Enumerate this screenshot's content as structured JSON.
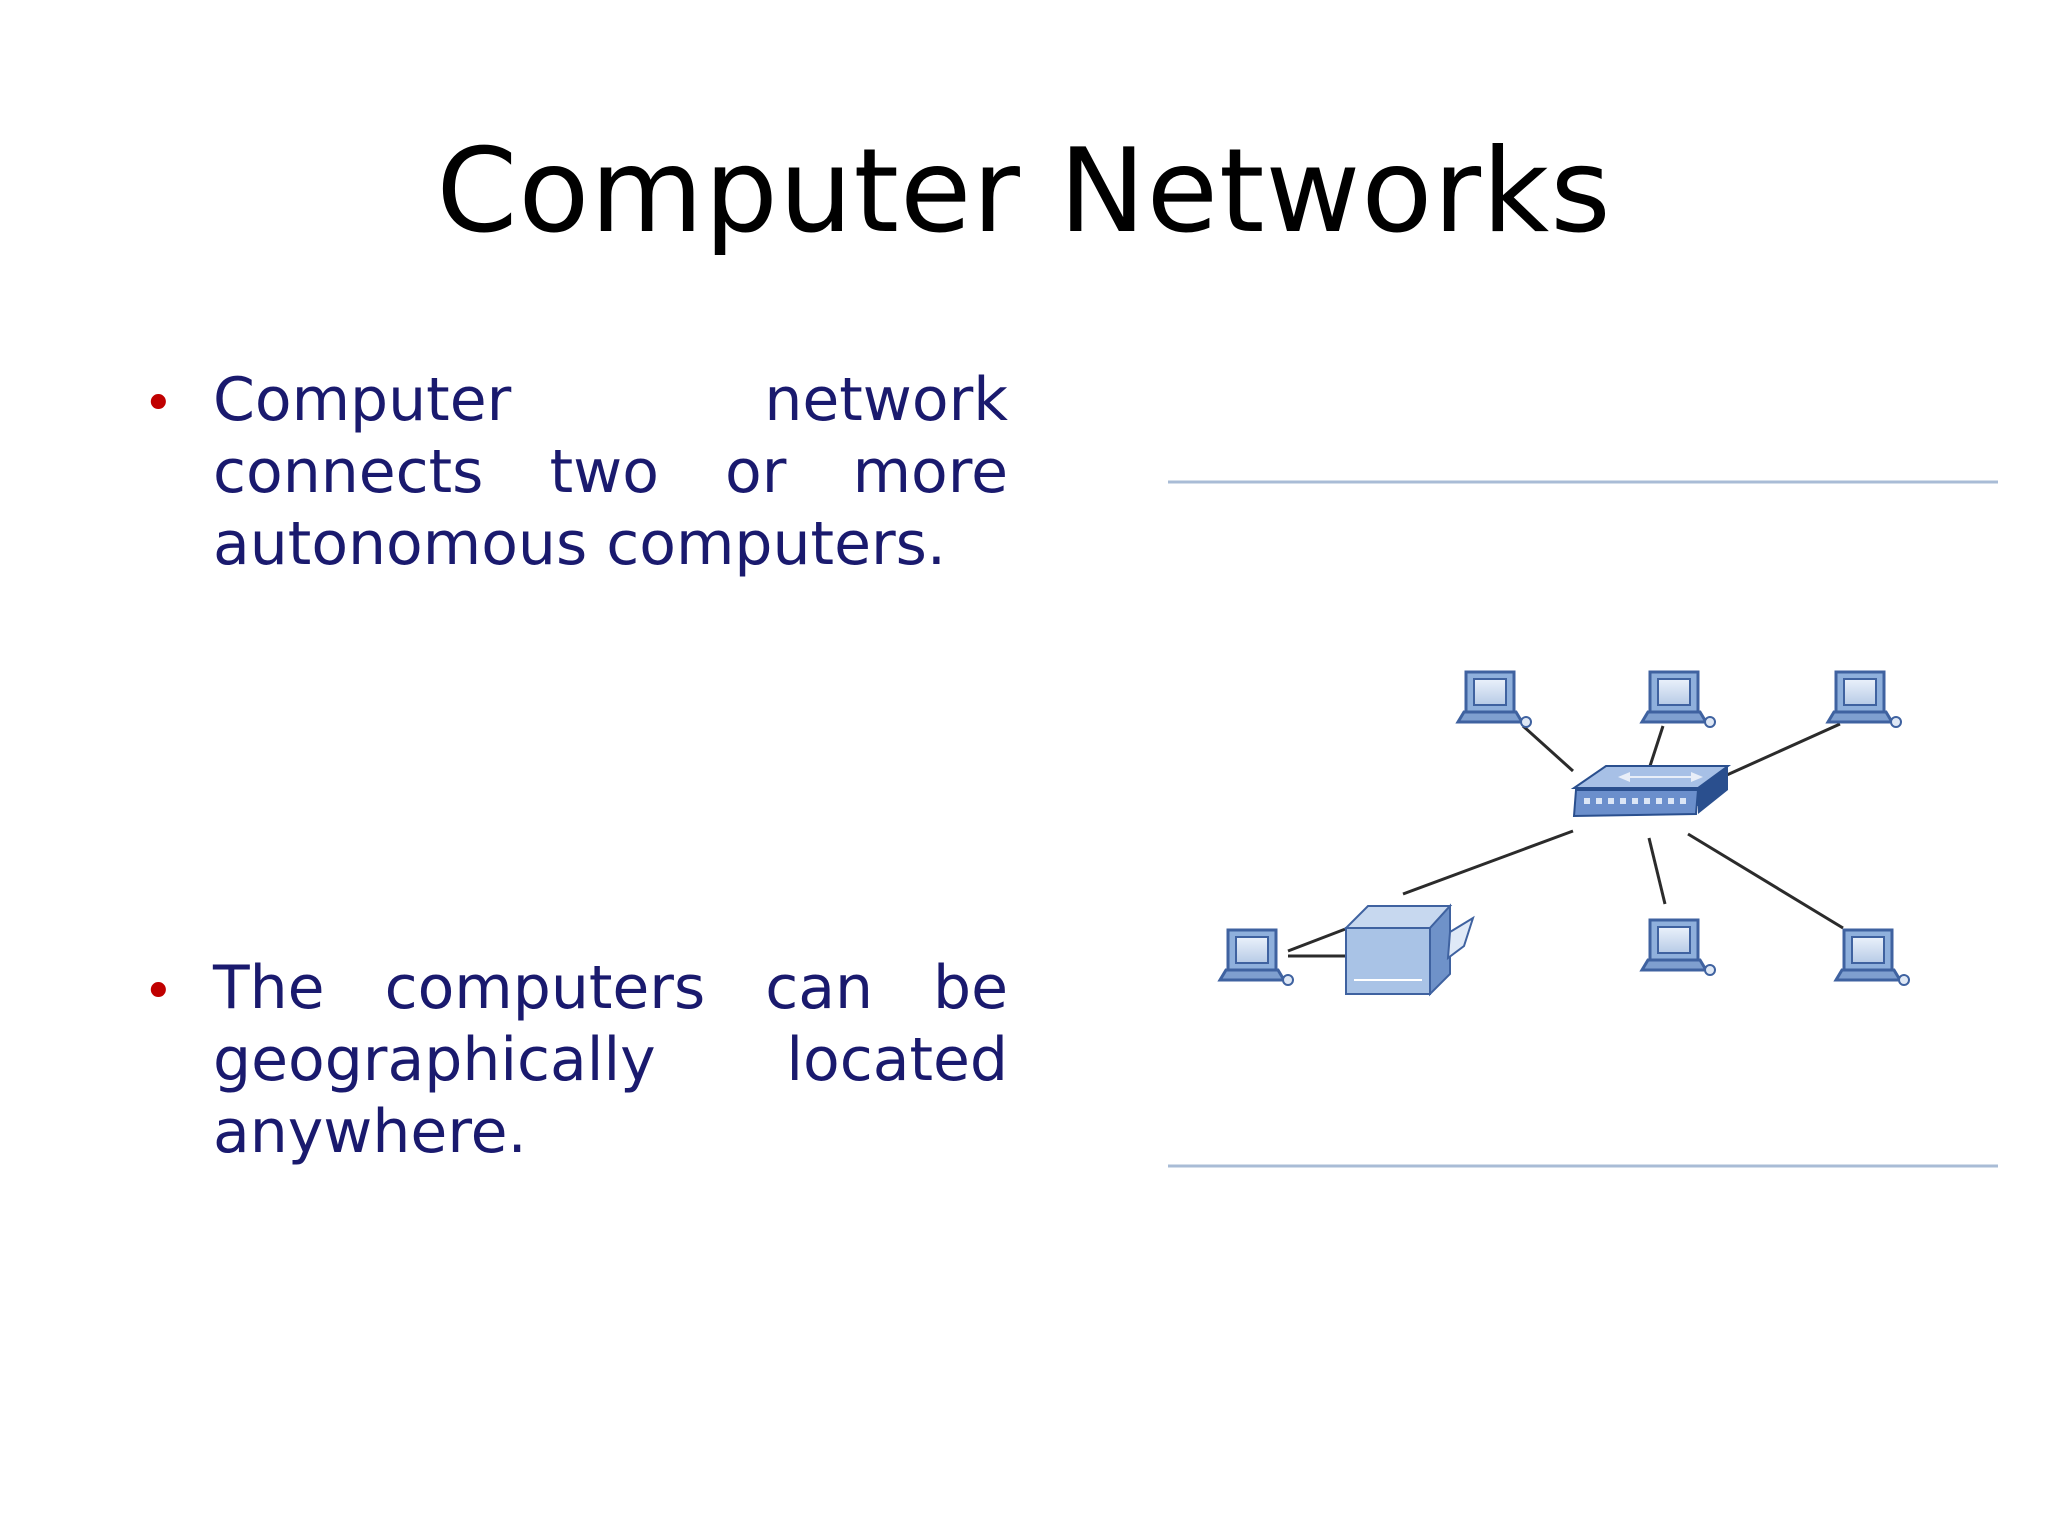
{
  "slide": {
    "title": "Computer Networks",
    "bullets": [
      {
        "text": "Computer network connects two or more autonomous computers."
      },
      {
        "text": "The computers can be geographically located anywhere."
      }
    ],
    "diagram": {
      "topology": "star",
      "hub": "network-switch",
      "nodes": [
        "computer",
        "computer",
        "computer",
        "computer",
        "computer",
        "printer",
        "computer"
      ]
    }
  },
  "colors": {
    "title": "#000000",
    "bullet_text": "#1a1a6e",
    "bullet_marker": "#c00000",
    "device_blue": "#5b7fb8",
    "rule_line": "#a9bcd6"
  }
}
